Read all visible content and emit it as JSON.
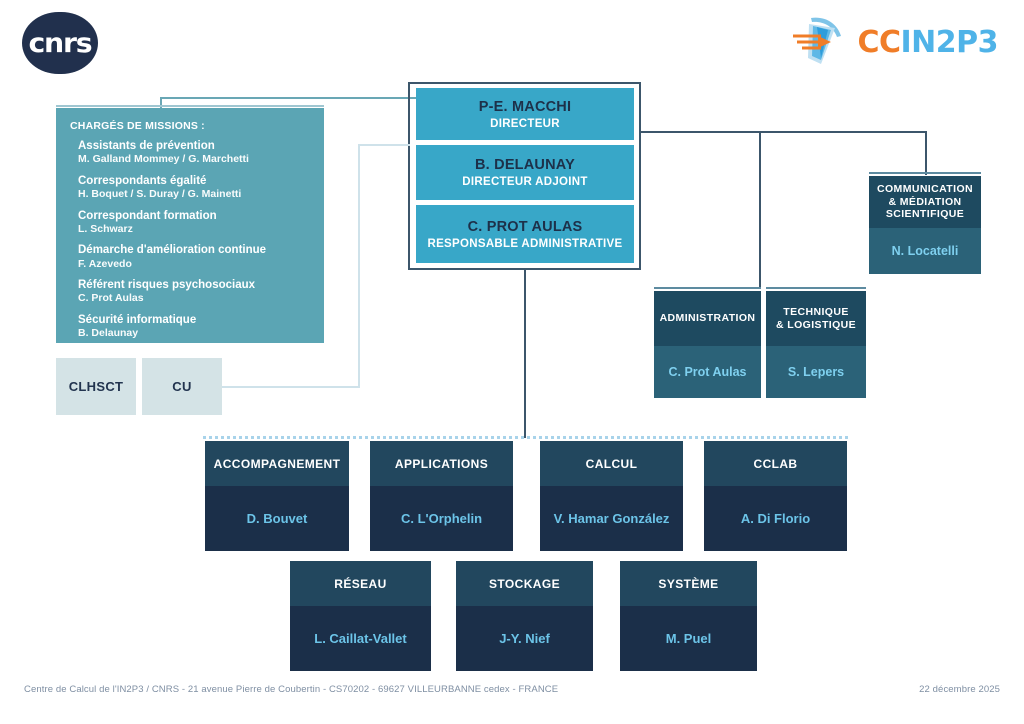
{
  "logos": {
    "cnrs": "cnrs",
    "ccin2p3_prefix": "CC",
    "ccin2p3_suffix": "IN2P3"
  },
  "missions": {
    "header": "CHARGÉS DE MISSIONS :",
    "items": [
      {
        "role": "Assistants de prévention",
        "people": "M. Galland Mommey / G. Marchetti"
      },
      {
        "role": "Correspondants égalité",
        "people": "H. Boquet / S. Duray / G. Mainetti"
      },
      {
        "role": "Correspondant formation",
        "people": "L. Schwarz"
      },
      {
        "role": "Démarche d'amélioration continue",
        "people": "F. Azevedo"
      },
      {
        "role": "Référent risques psychosociaux",
        "people": "C. Prot Aulas"
      },
      {
        "role": "Sécurité informatique",
        "people": "B. Delaunay"
      }
    ]
  },
  "committees": [
    {
      "label": "CLHSCT"
    },
    {
      "label": "CU"
    }
  ],
  "directors": [
    {
      "name": "P-E. MACCHI",
      "role": "DIRECTEUR"
    },
    {
      "name": "B. DELAUNAY",
      "role": "DIRECTEUR ADJOINT"
    },
    {
      "name": "C. PROT AULAS",
      "role": "RESPONSABLE  ADMINISTRATIVE"
    }
  ],
  "support_units": [
    {
      "title": "COMMUNICATION\n& MÉDIATION\nSCIENTIFIQUE",
      "lead": "N. Locatelli"
    },
    {
      "title": "ADMINISTRATION",
      "lead": "C. Prot Aulas"
    },
    {
      "title": "TECHNIQUE\n& LOGISTIQUE",
      "lead": "S. Lepers"
    }
  ],
  "service_units_row1": [
    {
      "title": "ACCOMPAGNEMENT",
      "lead": "D. Bouvet"
    },
    {
      "title": "APPLICATIONS",
      "lead": "C. L'Orphelin"
    },
    {
      "title": "CALCUL",
      "lead": "V. Hamar González"
    },
    {
      "title": "CCLAB",
      "lead": "A. Di Florio"
    }
  ],
  "service_units_row2": [
    {
      "title": "RÉSEAU",
      "lead": "L. Caillat-Vallet"
    },
    {
      "title": "STOCKAGE",
      "lead": "J-Y. Nief"
    },
    {
      "title": "SYSTÈME",
      "lead": "M. Puel"
    }
  ],
  "footer": {
    "address": "Centre de Calcul de l'IN2P3 / CNRS - 21 avenue Pierre de Coubertin - CS70202 - 69627 VILLEURBANNE cedex - FRANCE",
    "date": "22 décembre 2025"
  },
  "colors": {
    "director_box": "#38a7c8",
    "missions_panel": "#5ba5b4",
    "unit_dark": "#1b2f49",
    "unit_header": "#22475e",
    "unit_teal": "#2b6278",
    "lead_text": "#6cc4e8",
    "pale_box": "#d4e3e6",
    "accent_orange": "#f07d28",
    "accent_blue": "#4fb3e8"
  }
}
